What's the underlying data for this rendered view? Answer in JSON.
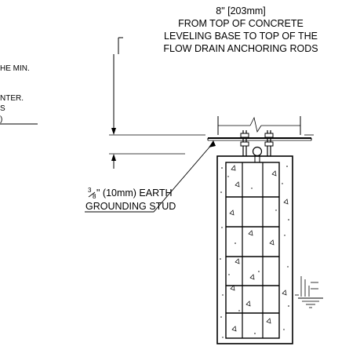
{
  "drawing": {
    "dimension_note": {
      "lines": [
        "8\" [203mm]",
        "FROM TOP OF CONCRETE",
        "LEVELING BASE TO TOP OF THE",
        "FLOW DRAIN ANCHORING RODS"
      ]
    },
    "left_fragments": {
      "lines": [
        "HE MIN.",
        "NTER.",
        "S",
        ")"
      ]
    },
    "stud_callout": {
      "fraction_numerator": "3",
      "fraction_denominator": "8",
      "line1_rest": "\" (10mm) EARTH",
      "line2": "GROUNDING STUD"
    }
  }
}
